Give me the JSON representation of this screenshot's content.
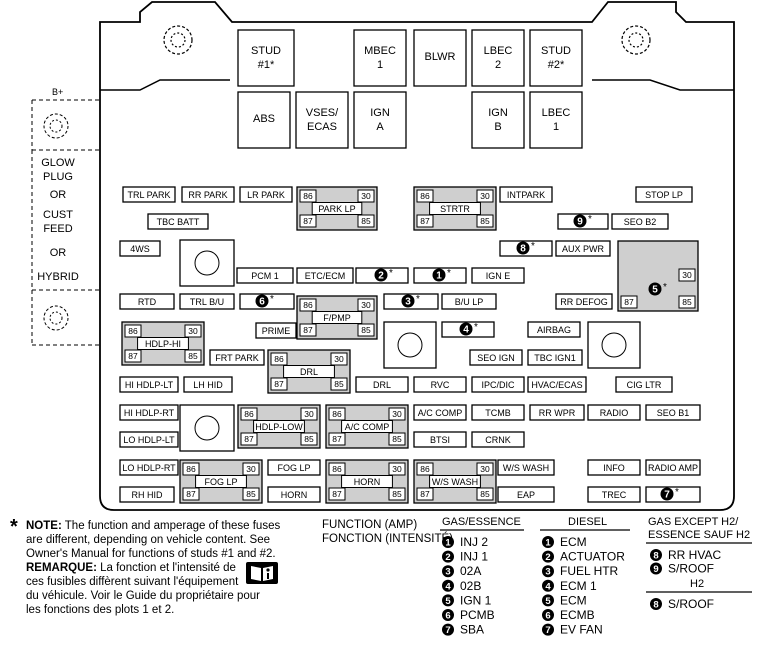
{
  "left_column": {
    "b_plus": "B+",
    "labels": [
      "GLOW",
      "PLUG",
      "OR",
      "CUST",
      "FEED",
      "OR",
      "HYBRID"
    ]
  },
  "top_row": [
    {
      "id": "stud1",
      "lines": [
        "STUD",
        "#1*"
      ]
    },
    {
      "id": "mbec1",
      "lines": [
        "MBEC",
        "1"
      ]
    },
    {
      "id": "blwr",
      "lines": [
        "BLWR"
      ]
    },
    {
      "id": "lbec2",
      "lines": [
        "LBEC",
        "2"
      ]
    },
    {
      "id": "stud2",
      "lines": [
        "STUD",
        "#2*"
      ]
    }
  ],
  "second_row": [
    {
      "id": "abs",
      "lines": [
        "ABS"
      ]
    },
    {
      "id": "vses",
      "lines": [
        "VSES/",
        "ECAS"
      ]
    },
    {
      "id": "igna",
      "lines": [
        "IGN",
        "A"
      ]
    },
    {
      "id": "ignb",
      "lines": [
        "IGN",
        "B"
      ]
    },
    {
      "id": "lbec1",
      "lines": [
        "LBEC",
        "1"
      ]
    }
  ],
  "fuses": {
    "trl_park": "TRL PARK",
    "rr_park": "RR PARK",
    "lr_park": "LR PARK",
    "intpark": "INTPARK",
    "stop_lp": "STOP LP",
    "tbc_batt": "TBC BATT",
    "seo_b2": "SEO B2",
    "four_ws": "4WS",
    "aux_pwr": "AUX PWR",
    "pcm1": "PCM 1",
    "etc_ecm": "ETC/ECM",
    "ign_e": "IGN E",
    "rtd": "RTD",
    "trl_bu": "TRL B/U",
    "bu_lp": "B/U LP",
    "rr_defog": "RR DEFOG",
    "prime": "PRIME",
    "airbag": "AIRBAG",
    "frt_park": "FRT PARK",
    "seo_ign": "SEO IGN",
    "tbc_ign1": "TBC IGN1",
    "hi_hdlp_lt": "HI HDLP-LT",
    "lh_hid": "LH HID",
    "drl": "DRL",
    "rvc": "RVC",
    "ipc_dic": "IPC/DIC",
    "hvac_ecas": "HVAC/ECAS",
    "cig_ltr": "CIG LTR",
    "hi_hdlp_rt": "HI HDLP-RT",
    "ac_comp": "A/C COMP",
    "tcmb": "TCMB",
    "rr_wpr": "RR WPR",
    "radio": "RADIO",
    "seo_b1": "SEO B1",
    "lo_hdlp_lt": "LO HDLP-LT",
    "btsi": "BTSI",
    "crnk": "CRNK",
    "lo_hdlp_rt": "LO HDLP-RT",
    "fog_lp": "FOG LP",
    "ws_wash": "W/S WASH",
    "info": "INFO",
    "radio_amp": "RADIO AMP",
    "rh_hid": "RH HID",
    "horn": "HORN",
    "eap": "EAP",
    "trec": "TREC"
  },
  "relays": {
    "park_lp": "PARK LP",
    "strtr": "STRTR",
    "f_pmp": "F/PMP",
    "hdlp_hi": "HDLP-HI",
    "drl": "DRL",
    "hdlp_low": "HDLP-LOW",
    "ac_comp": "A/C COMP",
    "fog_lp": "FOG LP",
    "horn": "HORN",
    "ws_wash": "W/S WASH"
  },
  "pins": {
    "p86": "86",
    "p30": "30",
    "p87": "87",
    "p85": "85"
  },
  "markers": {
    "m1": "1",
    "m2": "2",
    "m3": "3",
    "m4": "4",
    "m5": "5",
    "m6": "6",
    "m7": "7",
    "m8": "8",
    "m9": "9",
    "asterisk": "*"
  },
  "footnote": {
    "star": "*",
    "note_label": "NOTE:",
    "note_lines": [
      " The function and amperage of these fuses",
      "are different, depending on vehicle content. See",
      "Owner's Manual for functions of studs #1 and #2."
    ],
    "fr_label": "REMARQUE:",
    "fr_lines": [
      " La fonction et l'intensité de",
      "ces fusibles diffèrent suivant l'équipement",
      "du véhicule. Voir le Guide du propriétaire pour",
      "les fonctions des plots 1 et 2."
    ]
  },
  "legend": {
    "function_amp": "FUNCTION (AMP)",
    "fonction_intensite": "FONCTION (INTENSITÉ)",
    "gas_header": "GAS/ESSENCE",
    "gas_items": [
      {
        "n": "1",
        "text": "INJ 2"
      },
      {
        "n": "2",
        "text": "INJ 1"
      },
      {
        "n": "3",
        "text": "02A"
      },
      {
        "n": "4",
        "text": "02B"
      },
      {
        "n": "5",
        "text": "IGN 1"
      },
      {
        "n": "6",
        "text": "PCMB"
      },
      {
        "n": "7",
        "text": "SBA"
      }
    ],
    "diesel_header": "DIESEL",
    "diesel_items": [
      {
        "n": "1",
        "text": "ECM"
      },
      {
        "n": "2",
        "text": "ACTUATOR"
      },
      {
        "n": "3",
        "text": "FUEL HTR"
      },
      {
        "n": "4",
        "text": "ECM 1"
      },
      {
        "n": "5",
        "text": "ECM"
      },
      {
        "n": "6",
        "text": "ECMB"
      },
      {
        "n": "7",
        "text": "EV FAN"
      }
    ],
    "gas_except_header_1": "GAS EXCEPT H2/",
    "gas_except_header_2": "ESSENCE SAUF H2",
    "gas_except_items": [
      {
        "n": "8",
        "text": "RR HVAC"
      },
      {
        "n": "9",
        "text": "S/ROOF"
      }
    ],
    "h2_header": "H2",
    "h2_items": [
      {
        "n": "8",
        "text": "S/ROOF"
      }
    ]
  }
}
